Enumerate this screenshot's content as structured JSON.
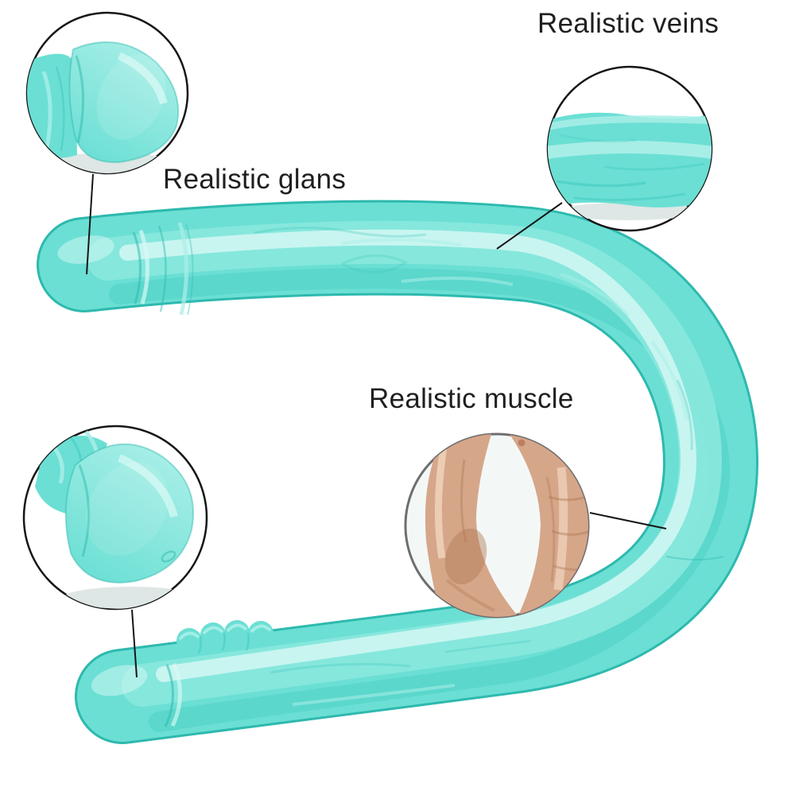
{
  "labels": {
    "glans": "Realistic glans",
    "veins": "Realistic veins",
    "muscle": "Realistic muscle"
  },
  "callouts": [
    {
      "name": "glans-detail-circle",
      "feature_label": "Realistic glans"
    },
    {
      "name": "veins-detail-circle",
      "feature_label": "Realistic veins"
    },
    {
      "name": "tip-detail-circle",
      "feature_label": "Realistic glans"
    },
    {
      "name": "muscle-photo-circle",
      "feature_label": "Realistic muscle"
    }
  ],
  "colors": {
    "background": "#ffffff",
    "text_color": "#1f1f1f",
    "ink": "#161616",
    "teal_base": "#6bdfd4",
    "teal_mid": "#8ae8de",
    "teal_light": "#a9efe8",
    "teal_highlight": "#d8f9f5",
    "teal_shadow": "#3fc8bc",
    "teal_deep": "#2eb9ae",
    "gray_border": "#6e6e6e",
    "shadow_gray": "#dee7e5",
    "skin_base": "#d6a689",
    "skin_shadow": "#af7955",
    "skin_light": "#efd3bc"
  }
}
